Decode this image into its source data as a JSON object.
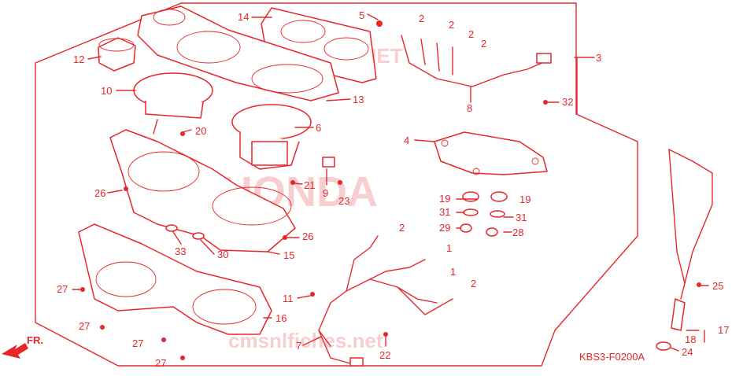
{
  "diagram": {
    "code": "KBS3-F0200A",
    "front_marker": "FR.",
    "watermarks": [
      "HONDA",
      "CMSNL.NET",
      "cmsnlfiches.net"
    ],
    "callouts": [
      "1",
      "2",
      "3",
      "4",
      "5",
      "6",
      "7",
      "8",
      "9",
      "10",
      "11",
      "12",
      "13",
      "14",
      "15",
      "16",
      "17",
      "18",
      "19",
      "20",
      "21",
      "22",
      "23",
      "24",
      "25",
      "26",
      "27",
      "28",
      "29",
      "30",
      "31",
      "32",
      "33"
    ],
    "accent_color": "#e8262a"
  }
}
